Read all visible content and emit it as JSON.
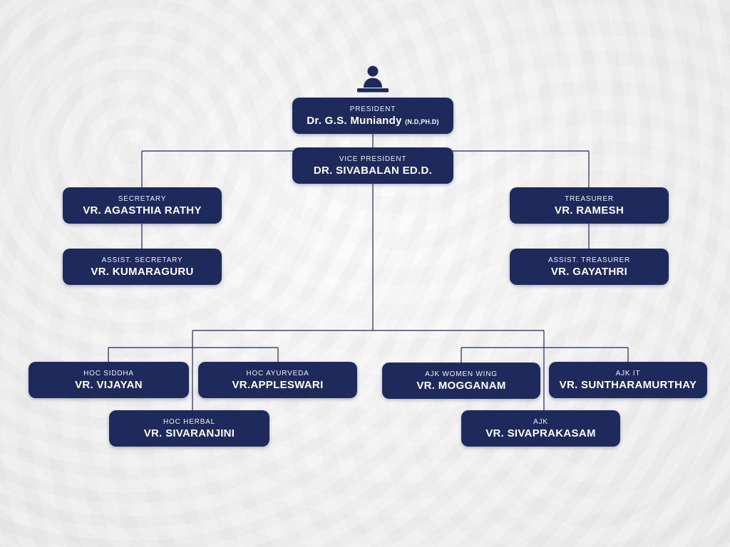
{
  "org": {
    "colors": {
      "node_background": "#1e2a5c",
      "node_text": "#ffffff",
      "connector_line": "#1e2a5c",
      "page_background": "#f3f3f3"
    },
    "icon": "person-at-desk-icon",
    "nodes": [
      {
        "id": "president",
        "role": "PRESIDENT",
        "name": "Dr. G.S. Muniandy",
        "suffix": "(N.D,PH.D)"
      },
      {
        "id": "vice-president",
        "role": "VICE PRESIDENT",
        "name": "DR. SIVABALAN ED.D."
      },
      {
        "id": "secretary",
        "role": "SECRETARY",
        "name": "VR. AGASTHIA RATHY"
      },
      {
        "id": "assist-secretary",
        "role": "ASSIST. SECRETARY",
        "name": "VR. KUMARAGURU"
      },
      {
        "id": "treasurer",
        "role": "TREASURER",
        "name": "VR. RAMESH"
      },
      {
        "id": "assist-treasurer",
        "role": "ASSIST. TREASURER",
        "name": "VR. GAYATHRI"
      },
      {
        "id": "hoc-siddha",
        "role": "HOC SIDDHA",
        "name": "VR. VIJAYAN"
      },
      {
        "id": "hoc-ayurveda",
        "role": "HOC AYURVEDA",
        "name": "VR.APPLESWARI"
      },
      {
        "id": "ajk-women-wing",
        "role": "AJK WOMEN WING",
        "name": "VR. MOGGANAM"
      },
      {
        "id": "ajk-it",
        "role": "AJK IT",
        "name": "VR. SUNTHARAMURTHAY"
      },
      {
        "id": "hoc-herbal",
        "role": "HOC HERBAL",
        "name": "VR. SIVARANJINI"
      },
      {
        "id": "ajk",
        "role": "AJK",
        "name": "VR. SIVAPRAKASAM"
      }
    ],
    "edges": [
      {
        "from": "president",
        "to": "vice-president"
      },
      {
        "from": "vice-president",
        "to": "secretary"
      },
      {
        "from": "vice-president",
        "to": "treasurer"
      },
      {
        "from": "secretary",
        "to": "assist-secretary"
      },
      {
        "from": "treasurer",
        "to": "assist-treasurer"
      },
      {
        "from": "vice-president",
        "to": "hoc-siddha"
      },
      {
        "from": "vice-president",
        "to": "hoc-ayurveda"
      },
      {
        "from": "vice-president",
        "to": "hoc-herbal"
      },
      {
        "from": "vice-president",
        "to": "ajk-women-wing"
      },
      {
        "from": "vice-president",
        "to": "ajk-it"
      },
      {
        "from": "vice-president",
        "to": "ajk"
      }
    ]
  }
}
